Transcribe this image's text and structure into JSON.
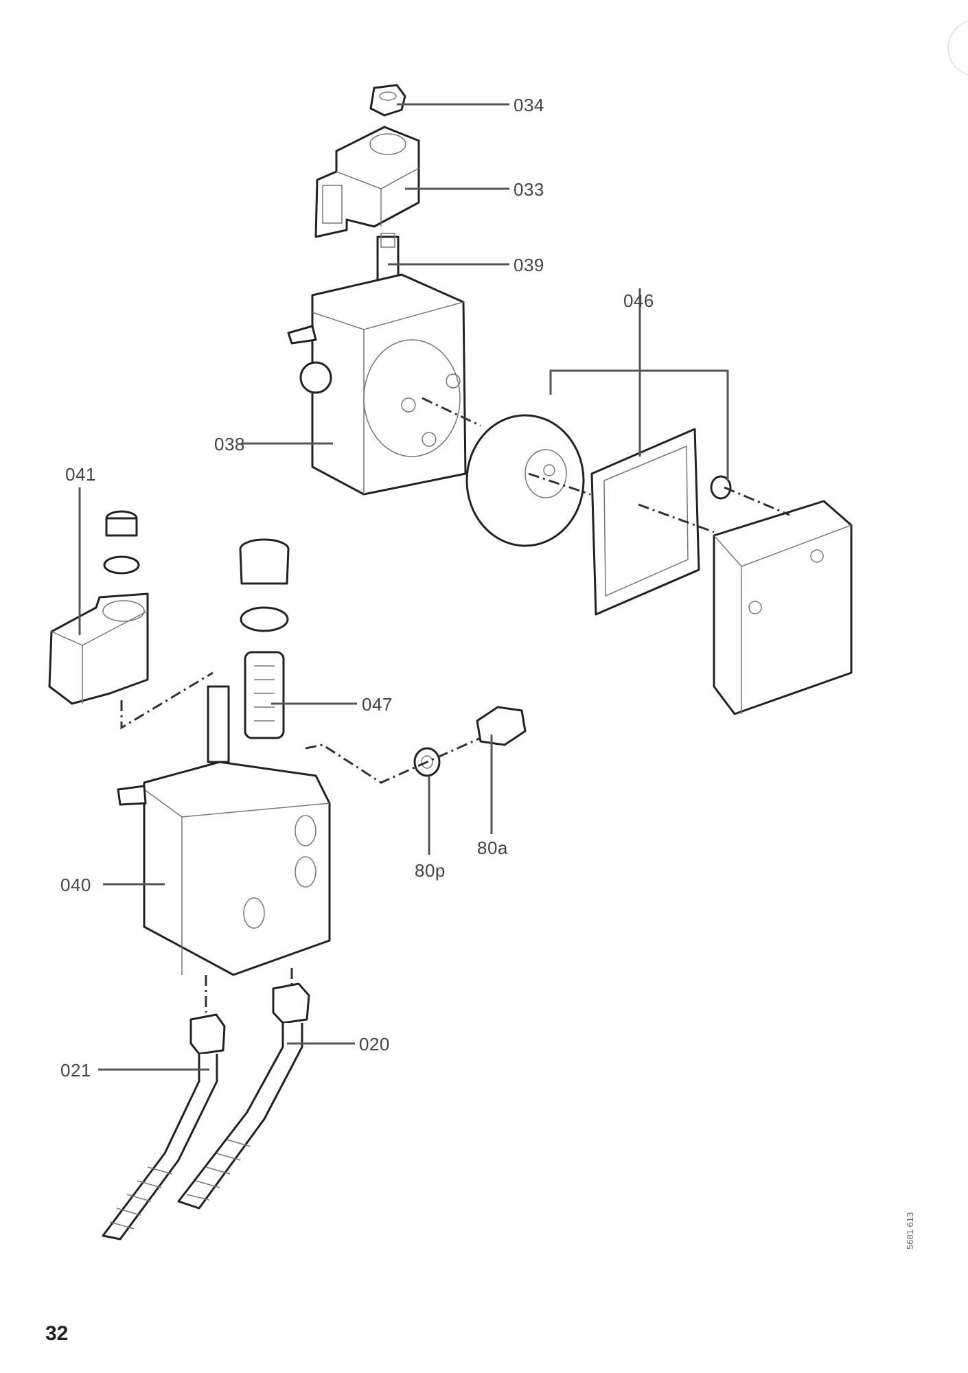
{
  "page_number": "32",
  "drawing_reference": "5681 613",
  "part_labels": {
    "p034": "034",
    "p033": "033",
    "p039": "039",
    "p046": "046",
    "p038": "038",
    "p041": "041",
    "p047": "047",
    "p80a": "80a",
    "p80p": "80p",
    "p040": "040",
    "p020": "020",
    "p021": "021"
  }
}
